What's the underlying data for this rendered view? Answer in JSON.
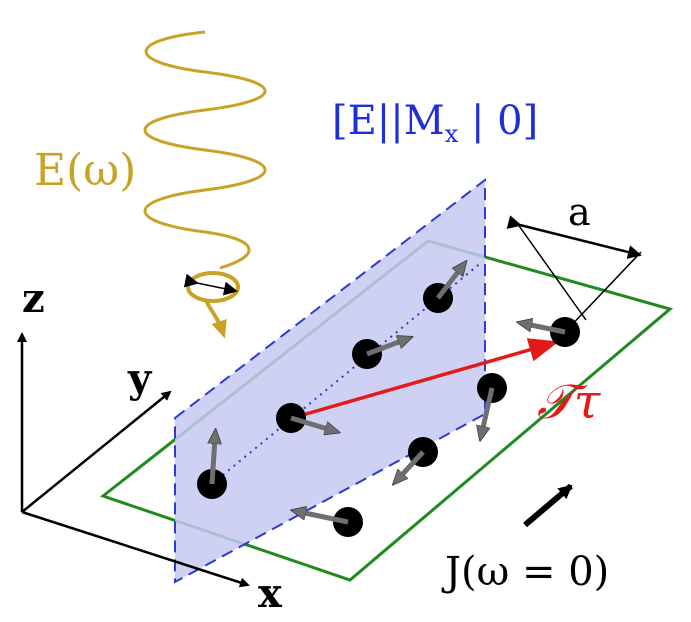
{
  "labels": {
    "field": "E(ω)",
    "symmetry": "[E||M",
    "symmetry_sub": "x",
    "symmetry_end": " | 0]",
    "lattice_constant": "a",
    "axis_x": "x",
    "axis_y": "y",
    "axis_z": "z",
    "translation_op": "𝒯τ",
    "current": "J(ω = 0)"
  },
  "colors": {
    "field": "#c9a227",
    "symmetry": "#1f2fd6",
    "mirror_plane_fill": "#c5c9f2",
    "mirror_plane_edge": "#2a3ad6",
    "unit_cell_edge": "#1f8a1f",
    "translation_arrow": "#e41a1a",
    "atom": "#000000",
    "spin_arrow": "#7a7a7a"
  },
  "icons": {
    "light_wave": "wavy-line-icon",
    "polarization": "ellipse-arrow-icon",
    "spin": "gray-arrow-icon"
  }
}
